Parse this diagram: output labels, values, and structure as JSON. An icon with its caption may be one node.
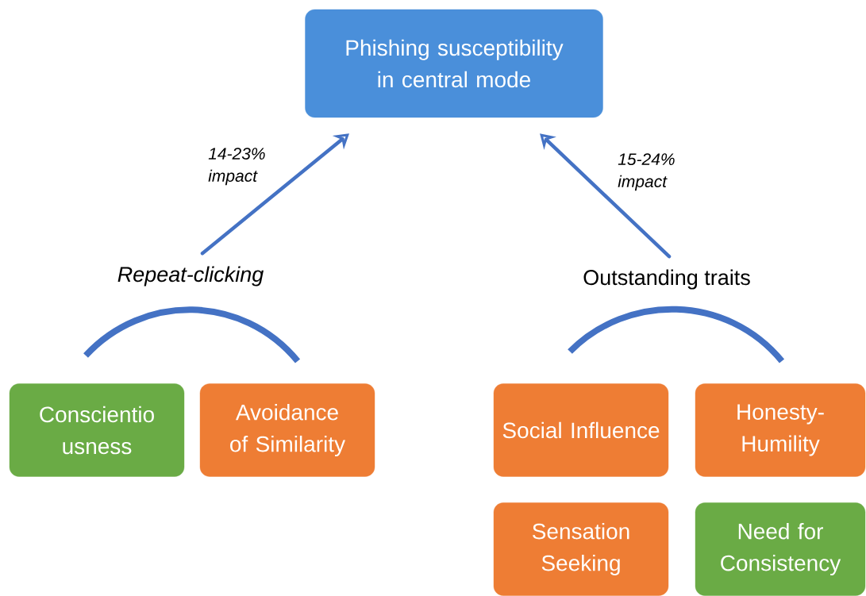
{
  "diagram": {
    "nodes": [
      {
        "text": [
          "Phishing susceptibility in central mode"
        ]
      },
      {
        "text": [
          "Repeat-clicking"
        ]
      },
      {
        "text": [
          "Outstanding traits"
        ]
      },
      {
        "text": [
          "Conscientio usness"
        ]
      },
      {
        "text": [
          "Avoidance of Similarity"
        ]
      },
      {
        "text": [
          "Social Influence"
        ]
      },
      {
        "text": [
          "Honesty- Humility"
        ]
      },
      {
        "text": [
          "Sensation Seeking"
        ]
      },
      {
        "text": [
          "Need for Consistency"
        ]
      }
    ],
    "edges": [
      {
        "from": 1,
        "to": 0,
        "arrow": "to",
        "label": "14-23% impact"
      },
      {
        "from": 2,
        "to": 0,
        "arrow": "to",
        "label": "15-24% impact"
      }
    ]
  }
}
